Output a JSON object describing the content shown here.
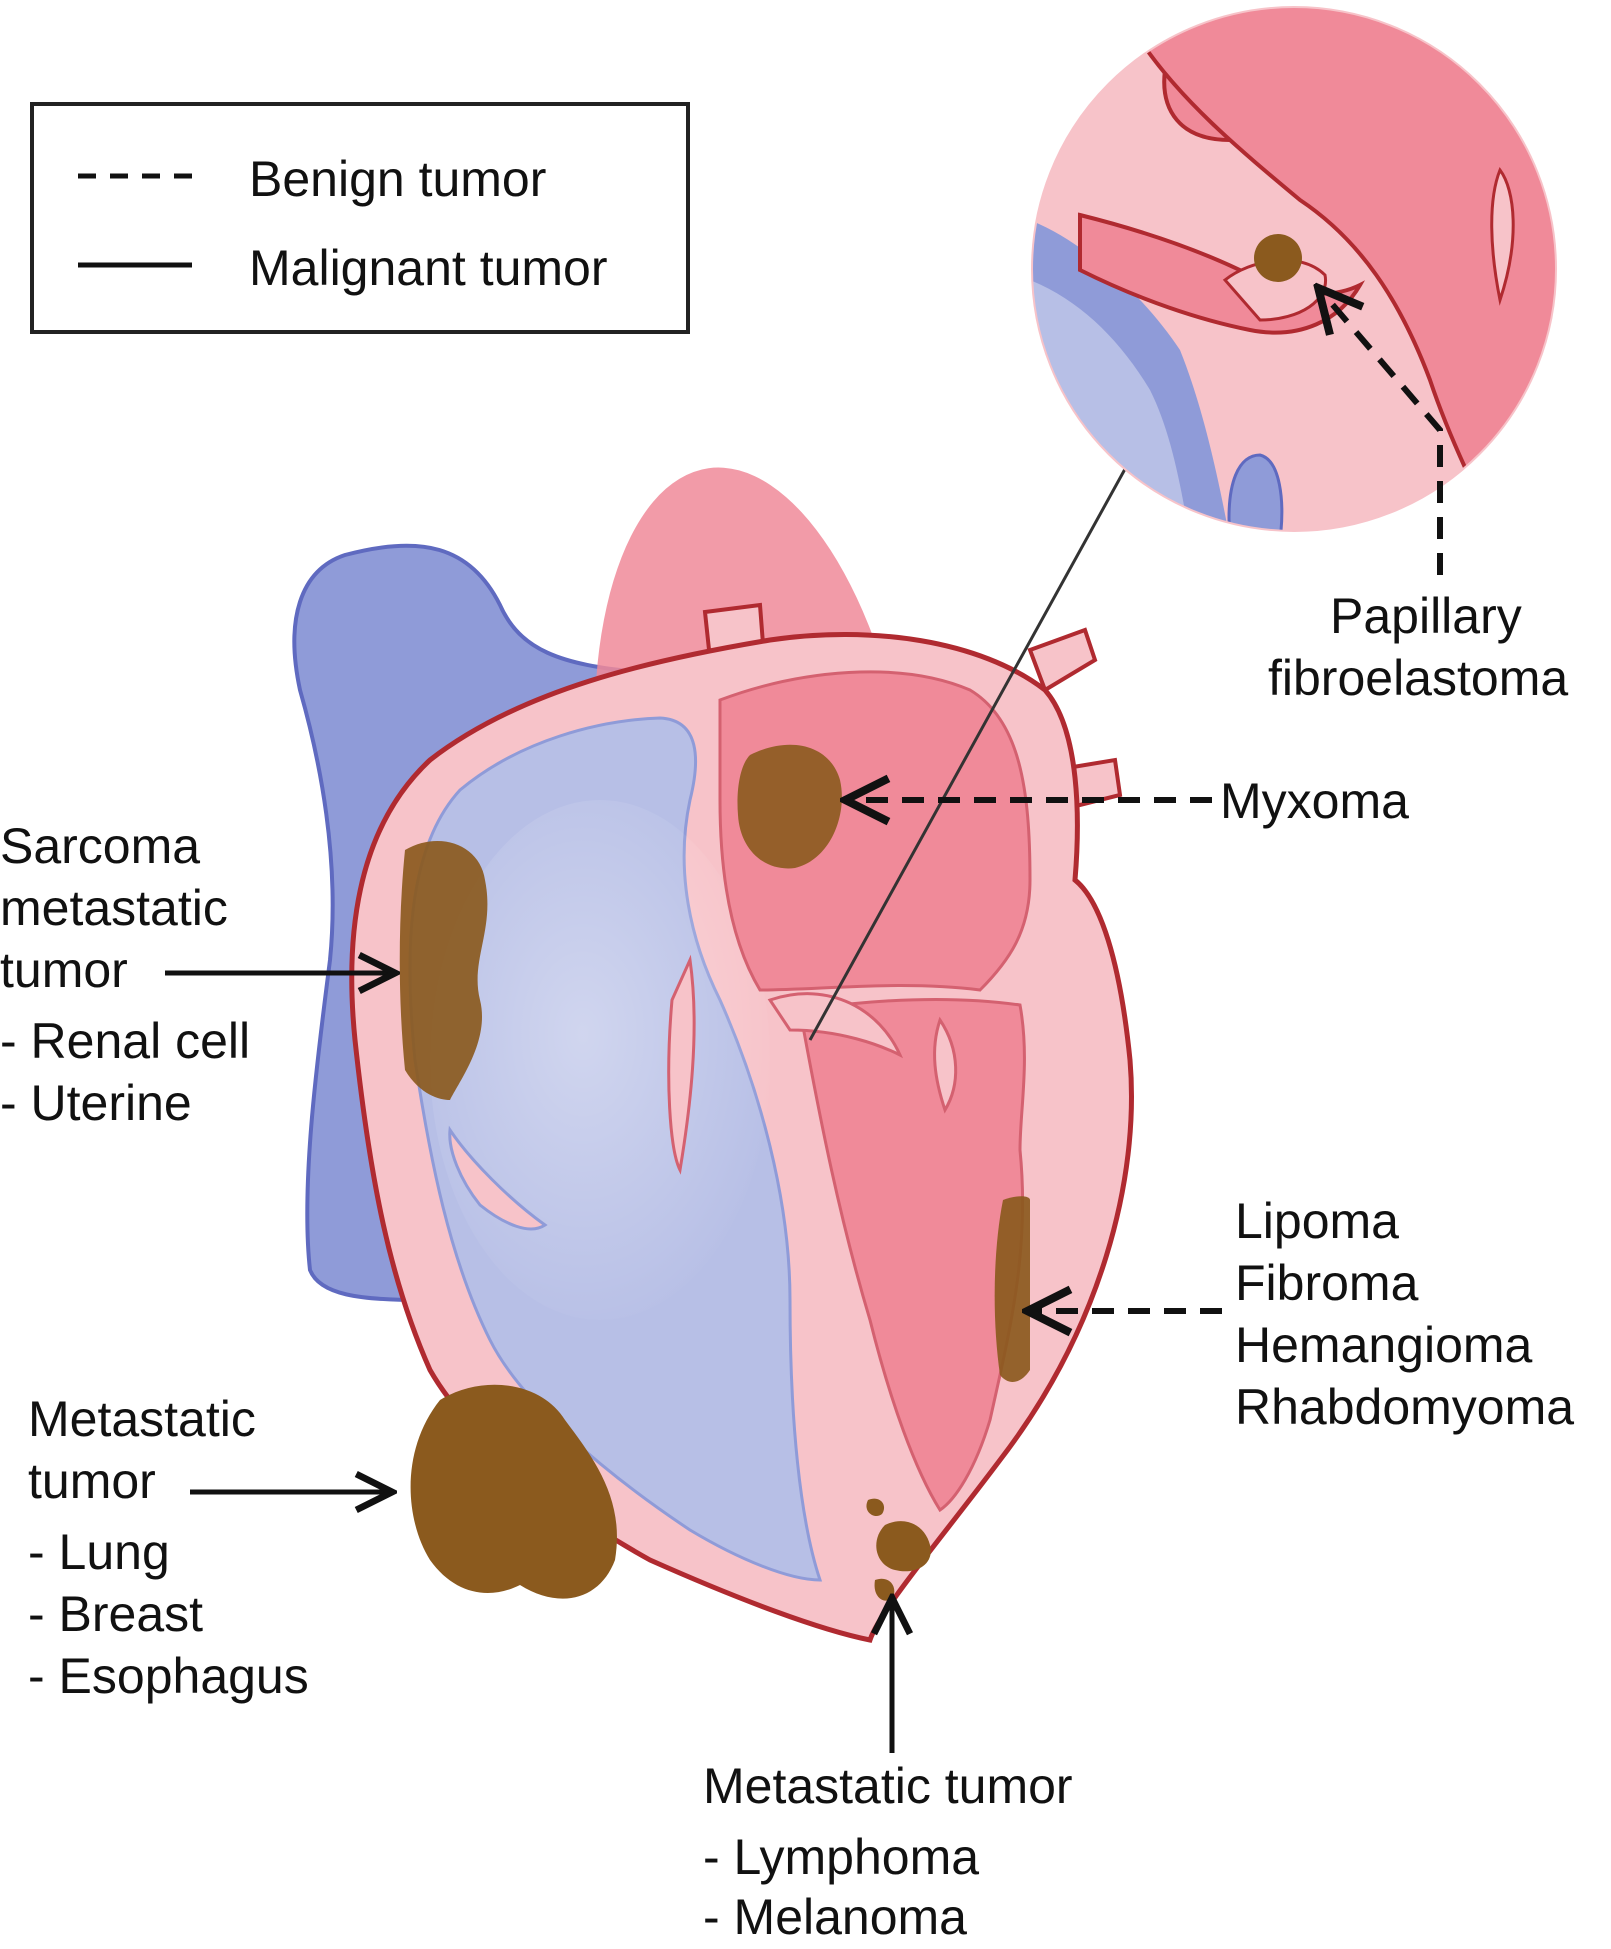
{
  "legend": {
    "benign": "Benign tumor",
    "malignant": "Malignant tumor"
  },
  "labels": {
    "papillary": [
      "Papillary",
      "fibroelastoma"
    ],
    "myxoma": "Myxoma",
    "sarcoma": [
      "Sarcoma",
      "metastatic",
      "tumor",
      "- Renal cell",
      "- Uterine"
    ],
    "benign_ventricular": [
      "Lipoma",
      "Fibroma",
      "Hemangioma",
      "Rhabdomyoma"
    ],
    "metastatic_external": [
      "Metastatic",
      "tumor",
      "- Lung",
      "- Breast",
      "- Esophagus"
    ],
    "metastatic_apex": [
      "Metastatic tumor",
      "- Lymphoma",
      "- Melanoma"
    ]
  },
  "colors": {
    "left_heart": "#f08a99",
    "right_heart": "#b7bfe6",
    "myocardium": "#f7c3c9",
    "outline": "#b02a30",
    "tumor": "#8b5a1e",
    "vessel_blue": "#8f9bd8"
  }
}
